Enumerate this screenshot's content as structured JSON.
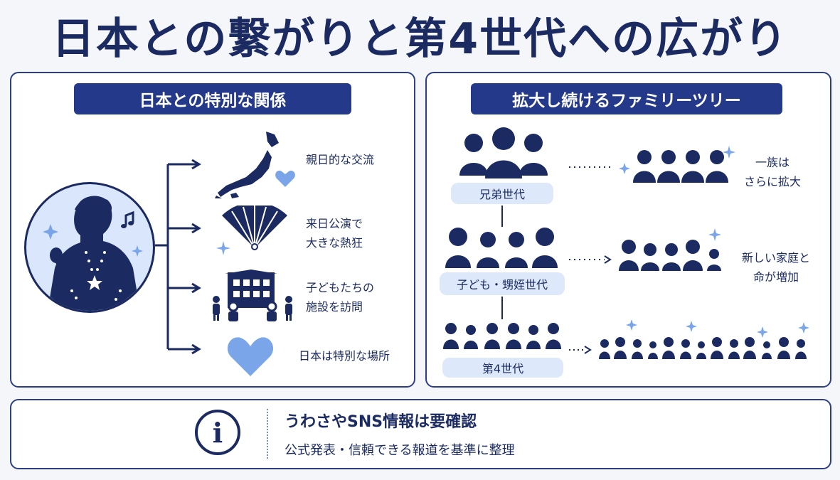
{
  "title": "日本との繋がりと第4世代への広がり",
  "left_panel": {
    "heading": "日本との特別な関係",
    "items": [
      {
        "label": "親日的な交流",
        "icon": "japan-map-icon"
      },
      {
        "label": "来日公演で\n大きな熱狂",
        "icon": "folding-fan-icon"
      },
      {
        "label": "子どもたちの\n施設を訪問",
        "icon": "children-facility-icon"
      },
      {
        "label": "日本は特別な場所",
        "icon": "heart-icon"
      }
    ]
  },
  "right_panel": {
    "heading": "拡大し続けるファミリーツリー",
    "generations": [
      {
        "label": "兄弟世代",
        "extension": "一族は\nさらに拡大"
      },
      {
        "label": "子ども・甥姪世代",
        "extension": "新しい家庭と\n命が増加"
      },
      {
        "label": "第4世代",
        "extension": ""
      }
    ]
  },
  "footer": {
    "main": "うわさやSNS情報は要確認",
    "sub": "公式発表・信頼できる報道を基準に整理",
    "icon": "info-icon"
  },
  "colors": {
    "navy": "#1b2b62",
    "accent": "#24398a",
    "light_blue": "#7aa5e8",
    "pale_blue": "#dde8fb"
  }
}
